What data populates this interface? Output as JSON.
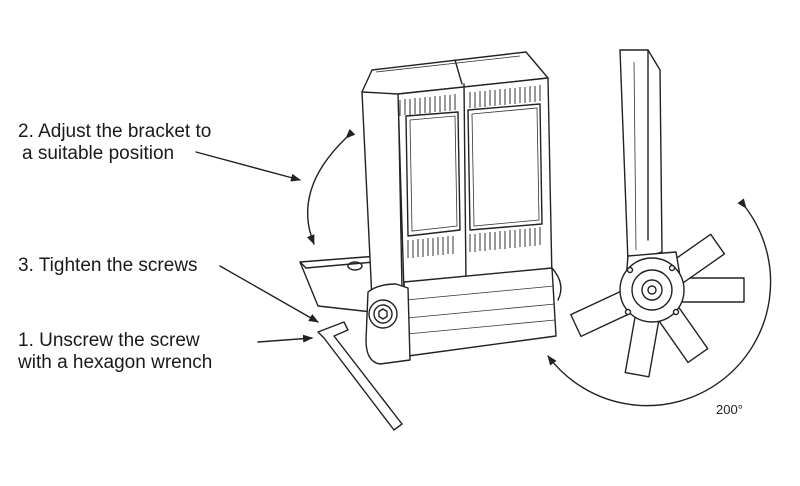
{
  "steps": {
    "adjust": {
      "line1": "2. Adjust the bracket to",
      "line2": "a suitable position"
    },
    "tighten": {
      "text": "3. Tighten the screws"
    },
    "unscrew": {
      "line1": "1. Unscrew the screw",
      "line2": "with a hexagon wrench"
    }
  },
  "rotation": {
    "angle_label": "200°"
  },
  "icons": [
    "floodlight-front-view",
    "floodlight-side-view",
    "hexagon-wrench-icon",
    "rotation-arrow-icon"
  ]
}
